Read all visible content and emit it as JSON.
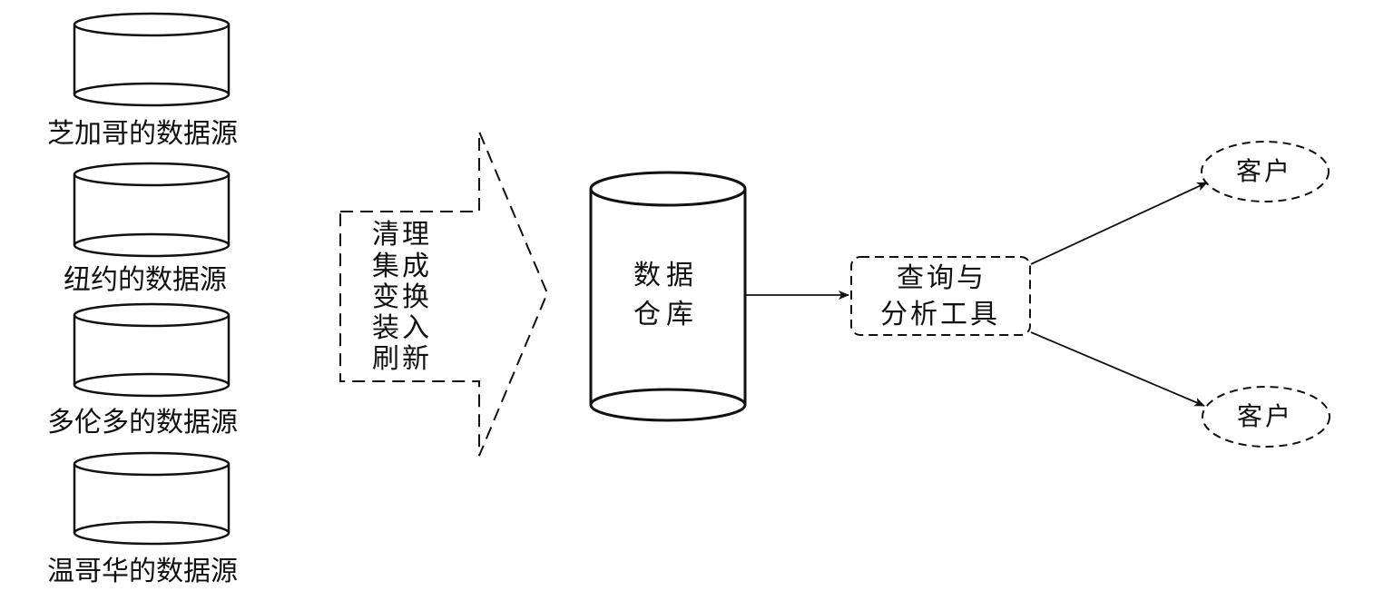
{
  "sources": [
    {
      "label": "芝加哥的数据源"
    },
    {
      "label": "纽约的数据源"
    },
    {
      "label": "多伦多的数据源"
    },
    {
      "label": "温哥华的数据源"
    }
  ],
  "process": {
    "lines": [
      "清理",
      "集成",
      "变换",
      "装入",
      "刷新"
    ]
  },
  "warehouse": {
    "lines": [
      "数据",
      "仓库"
    ]
  },
  "tools": {
    "lines": [
      "查询与",
      "分析工具"
    ]
  },
  "clients": [
    {
      "label": "客户"
    },
    {
      "label": "客户"
    }
  ],
  "colors": {
    "stroke": "#111111",
    "background": "#ffffff"
  }
}
